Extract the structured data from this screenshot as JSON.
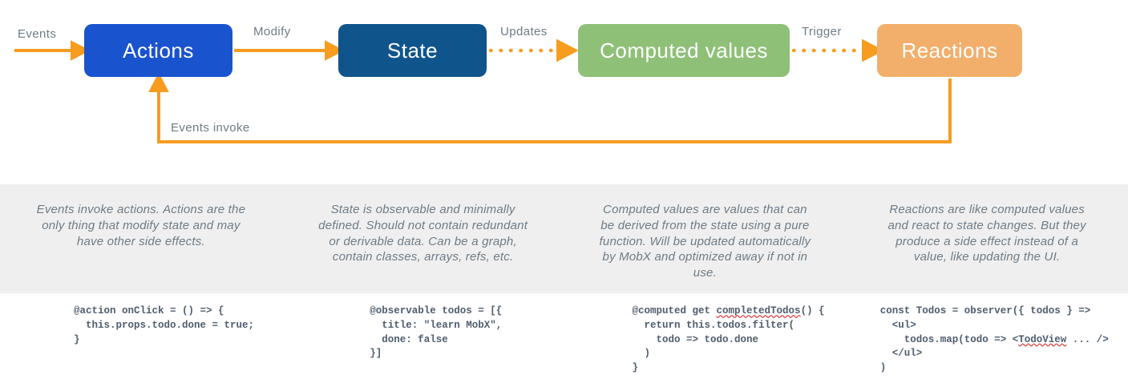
{
  "diagram": {
    "nodes": [
      {
        "id": "actions",
        "label": "Actions"
      },
      {
        "id": "state",
        "label": "State"
      },
      {
        "id": "computed",
        "label": "Computed values"
      },
      {
        "id": "reactions",
        "label": "Reactions"
      }
    ],
    "edge_labels": {
      "events": "Events",
      "modify": "Modify",
      "updates": "Updates",
      "trigger": "Trigger",
      "events_invoke": "Events invoke"
    }
  },
  "colors": {
    "actions": "#1A53CE",
    "state": "#10548C",
    "computed": "#8FC078",
    "reactions": "#F2AF6B",
    "arrow": "#F79C1E",
    "band": "#EFEFEF",
    "text_gray": "#6E7B86",
    "code_text": "#4E5D6E",
    "squiggle": "#D64545"
  },
  "descriptions": [
    "Events invoke actions. Actions are the only thing that modify state and may have other side effects.",
    "State is observable and minimally defined. Should not contain redundant or derivable data. Can be a graph, contain classes, arrays, refs, etc.",
    "Computed values are values that can be derived from the state using a pure function. Will be updated automatically by MobX and optimized away if not in use.",
    "Reactions are like computed values and react to state changes. But they produce a side effect instead of a value, like updating the UI."
  ],
  "code_samples": [
    {
      "id": "actions-code",
      "pre": "@action onClick = () => {\n  this.props.todo.done = true;\n}",
      "squiggle": "",
      "post": ""
    },
    {
      "id": "state-code",
      "pre": "@observable todos = [{\n  title: \"learn MobX\",\n  done: false\n}]",
      "squiggle": "",
      "post": ""
    },
    {
      "id": "computed-code",
      "pre": "@computed get ",
      "squiggle": "completedTodos",
      "post": "() {\n  return this.todos.filter(\n    todo => todo.done\n  )\n}"
    },
    {
      "id": "reactions-code",
      "pre": "const Todos = observer({ todos } =>\n  <ul>\n    todos.map(todo => <",
      "squiggle": "TodoView",
      "post": " ... />\n  </ul>\n)"
    }
  ]
}
